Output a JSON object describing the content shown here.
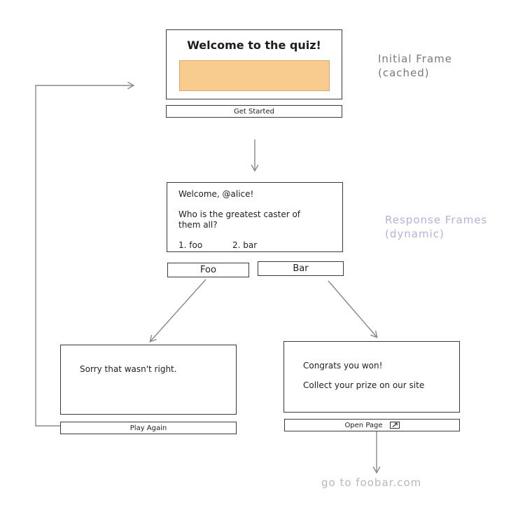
{
  "initial_frame": {
    "title": "Welcome to the quiz!",
    "button": "Get Started",
    "image_color": "#f8cb8e"
  },
  "initial_note": {
    "line1": "Initial  Frame",
    "line2": "(cached)"
  },
  "question_frame": {
    "greeting": "Welcome, @alice!",
    "question_line1": "Who is the greatest caster of",
    "question_line2": "them all?",
    "option1": "1. foo",
    "option2": "2. bar"
  },
  "answer_buttons": {
    "foo": "Foo",
    "bar": "Bar"
  },
  "response_note": {
    "line1": "Response Frames",
    "line2": "(dynamic)",
    "color": "#b5b0e0"
  },
  "wrong_frame": {
    "message": "Sorry that wasn't right.",
    "button": "Play Again"
  },
  "win_frame": {
    "line1": "Congrats you won!",
    "line2": "Collect your prize on our site",
    "button": "Open Page"
  },
  "link_note": {
    "text": "go to foobar.com"
  },
  "icons": {
    "external_link": "external-link-icon"
  }
}
